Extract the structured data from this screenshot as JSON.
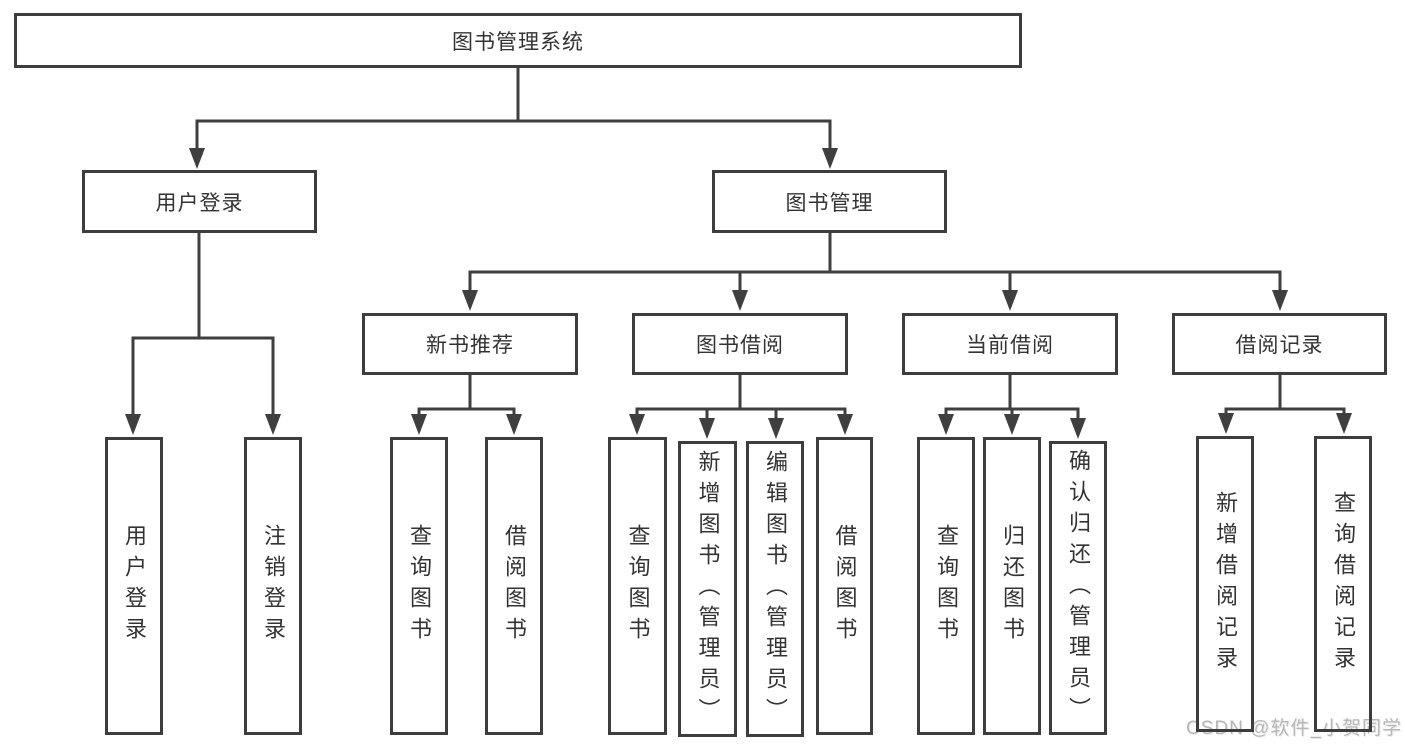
{
  "tree": {
    "label": "图书管理系统",
    "children": [
      {
        "label": "用户登录",
        "children": [
          {
            "label": "用户登录"
          },
          {
            "label": "注销登录"
          }
        ]
      },
      {
        "label": "图书管理",
        "children": [
          {
            "label": "新书推荐",
            "children": [
              {
                "label": "查询图书"
              },
              {
                "label": "借阅图书"
              }
            ]
          },
          {
            "label": "图书借阅",
            "children": [
              {
                "label": "查询图书"
              },
              {
                "label": "新增图书（管理员）"
              },
              {
                "label": "编辑图书（管理员）"
              },
              {
                "label": "借阅图书"
              }
            ]
          },
          {
            "label": "当前借阅",
            "children": [
              {
                "label": "查询图书"
              },
              {
                "label": "归还图书"
              },
              {
                "label": "确认归还（管理员）"
              }
            ]
          },
          {
            "label": "借阅记录",
            "children": [
              {
                "label": "新增借阅记录"
              },
              {
                "label": "查询借阅记录"
              }
            ]
          }
        ]
      }
    ]
  },
  "watermark": {
    "text": "CSDN @软件_小贺同学"
  },
  "colors": {
    "line": "#3f3f3f",
    "text": "#333333",
    "background": "#ffffff",
    "watermark": "#b7b7b7"
  }
}
